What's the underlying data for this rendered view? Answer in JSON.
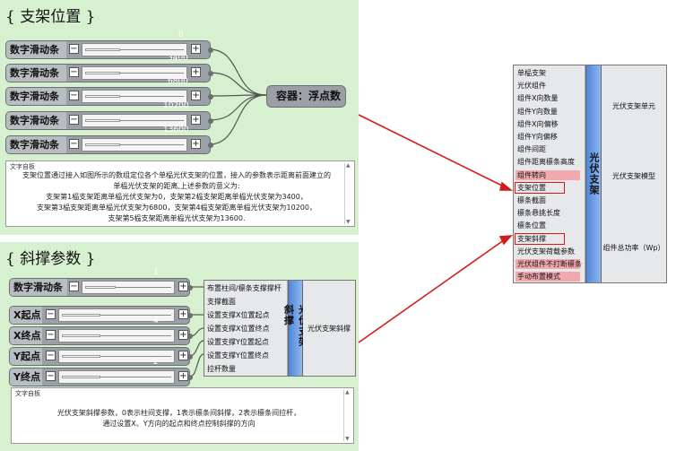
{
  "group_top": {
    "title": "{ 支架位置 }",
    "sliders": [
      {
        "label": "数字滑动条",
        "value": "0",
        "fraction": 0.02
      },
      {
        "label": "数字滑动条",
        "value": "3400",
        "fraction": 0.25
      },
      {
        "label": "数字滑动条",
        "value": "6800",
        "fraction": 0.5
      },
      {
        "label": "数字滑动条",
        "value": "10200",
        "fraction": 0.75
      },
      {
        "label": "数字滑动条",
        "value": "13600",
        "fraction": 1.0
      }
    ],
    "container_label": "容器：浮点数",
    "panel": {
      "title": "文字自板",
      "lines": [
        "支架位置通过接入如图所示的数组定位各个单榀光伏支架的位置，接入的参数表示距离前面建立的",
        "单榀光伏支架的距离,上述参数的意义为:",
        "支架第1榀支架距离单榀光伏支架为0，支架第2榀支架距离单榀光伏支架为3400，",
        "支架第3榀支架距离单榀光伏支架为6800，支架第4榀支架距离单榀光伏支架为10200，",
        "支架第5榀支架距离单榀光伏支架为13600."
      ]
    }
  },
  "group_bot": {
    "title": "{ 斜撑参数 }",
    "sliders": [
      {
        "label": "数字滑动条",
        "value": "1",
        "fraction": 0.02
      },
      {
        "label": "X起点",
        "value": "",
        "fraction": 0.55
      },
      {
        "label": "X终点",
        "value": "4",
        "fraction": 0.55
      },
      {
        "label": "Y起点",
        "value": "",
        "fraction": 0.45
      },
      {
        "label": "Y终点",
        "value": "2",
        "fraction": 0.45
      }
    ],
    "component": {
      "inputs": [
        "布置柱间/檩条支撑撑杆",
        "支撑截面",
        "设置支撑X位置起点",
        "设置支撑X位置终点",
        "设置支撑Y位置起点",
        "设置支撑Y位置终点",
        "拉杆数量"
      ],
      "name": "光伏支架斜撑",
      "output": "光伏支架斜撑"
    },
    "panel": {
      "title": "文字自板",
      "lines": [
        "光伏支架斜撑参数，0表示柱间支撑，1表示檩条间斜撑，2表示檩条间拉杆，",
        "通过设置X、Y方向的起点和终点控制斜撑的方向"
      ]
    }
  },
  "main_component": {
    "inputs": [
      "单榀支架",
      "光伏组件",
      "组件X向数量",
      "组件Y向数量",
      "组件X向偏移",
      "组件Y向偏移",
      "组件间距",
      "组件距离檩条高度",
      "组件转向",
      "支架位置",
      "檩条截面",
      "檩条悬挑长度",
      "檩条位置",
      "支架斜撑",
      "光伏支架荷载参数",
      "光伏组件不打断檩条",
      "手动布置模式"
    ],
    "pink_inputs": [
      8,
      15,
      16
    ],
    "boxed_inputs": [
      9,
      13
    ],
    "name": "光伏支架",
    "outputs": [
      "光伏支架单元",
      "光伏支架模型",
      "组件总功率（Wp）"
    ]
  },
  "colors": {
    "group_bg": "#d7f0cf",
    "component_center": "#4f86d8",
    "highlight_pink": "#f2a9ae",
    "arrow_red": "#d41a1a"
  }
}
